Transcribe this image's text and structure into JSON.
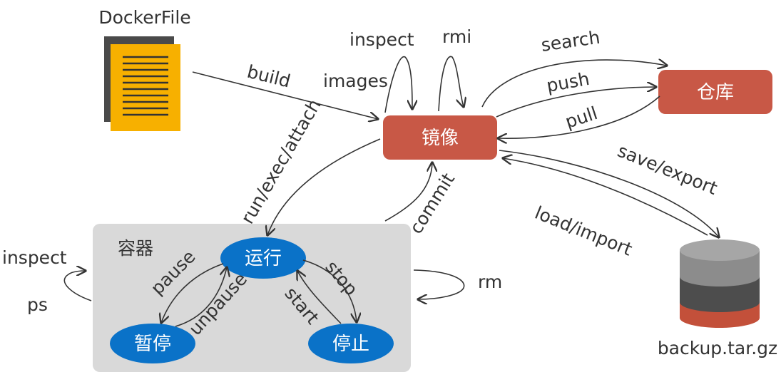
{
  "nodes": {
    "dockerfile": "DockerFile",
    "image": "镜像",
    "registry": "仓库",
    "container_group": "容器",
    "running": "运行",
    "paused": "暂停",
    "stopped": "停止",
    "backup": "backup.tar.gz"
  },
  "edges": {
    "build": "build",
    "inspect_image": "inspect",
    "images": "images",
    "rmi": "rmi",
    "search": "search",
    "push": "push",
    "pull": "pull",
    "save_export": "save/export",
    "load_import": "load/import",
    "run_exec_attach": "run/exec/attach",
    "commit": "commit",
    "pause": "pause",
    "unpause": "unpause",
    "stop": "stop",
    "start": "start",
    "inspect_container": "inspect",
    "ps": "ps",
    "rm": "rm"
  },
  "colors": {
    "node_red": "#c85846",
    "node_blue": "#0a72c8",
    "container_bg": "#d9d9d9",
    "file_yellow": "#f7b000",
    "file_shadow": "#4a4a4a",
    "db_top": "#8c8c8c",
    "db_mid": "#4d4d4d",
    "db_bottom": "#c3503a"
  }
}
